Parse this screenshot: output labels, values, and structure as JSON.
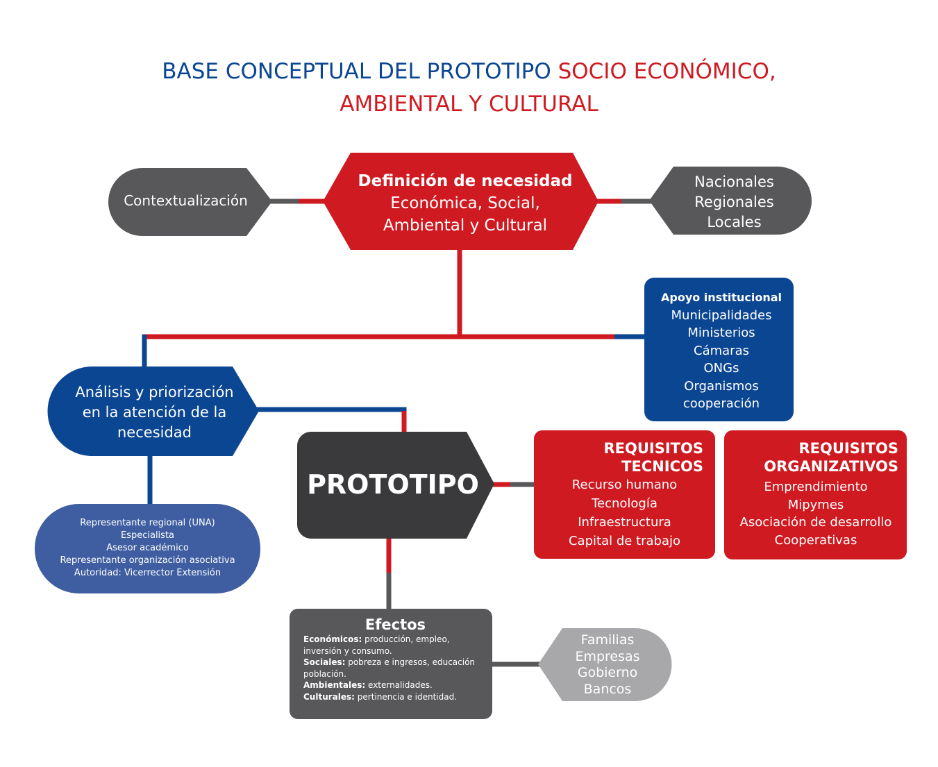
{
  "title": {
    "part1": "BASE CONCEPTUAL DEL PROTOTIPO ",
    "part2": "SOCIO ECONÓMICO,",
    "part3": "AMBIENTAL Y CULTURAL"
  },
  "colors": {
    "blue": "#0b4693",
    "red": "#cf1a21",
    "gray": "#58585a",
    "dark": "#3a3a3c",
    "light_blue": "#3f5ea1",
    "light_gray": "#a8a8aa"
  },
  "nodes": {
    "contextualizacion": "Contextualización",
    "definicion": {
      "title": "Definición de necesidad",
      "lines": [
        "Económica, Social,",
        "Ambiental y Cultural"
      ]
    },
    "ambito": [
      "Nacionales",
      "Regionales",
      "Locales"
    ],
    "apoyo": {
      "title": "Apoyo institucional",
      "items": [
        "Municipalidades",
        "Ministerios",
        "Cámaras",
        "ONGs",
        "Organismos",
        "cooperación"
      ]
    },
    "analisis": [
      "Análisis y priorización",
      "en la atención de la",
      "necesidad"
    ],
    "prototipo": "PROTOTIPO",
    "req_tecnicos": {
      "title": [
        "REQUISITOS",
        "TECNICOS"
      ],
      "items": [
        "Recurso humano",
        "Tecnología",
        "Infraestructura",
        "Capital de trabajo"
      ]
    },
    "req_organizativos": {
      "title": [
        "REQUISITOS",
        "ORGANIZATIVOS"
      ],
      "items": [
        "Emprendimiento",
        "Mipymes",
        "Asociación de desarrollo",
        "Cooperativas"
      ]
    },
    "actores": [
      "Representante regional (UNA)",
      "Especialista",
      "Asesor académico",
      "Representante organización asociativa",
      "Autoridad: Vicerrector Extensión"
    ],
    "efectos": {
      "title": "Efectos",
      "items": [
        {
          "label": "Económicos:",
          "text": " producción, empleo, inversión y consumo."
        },
        {
          "label": "Sociales:",
          "text": " pobreza e ingresos, educación población."
        },
        {
          "label": "Ambientales:",
          "text": " externalidades."
        },
        {
          "label": "Culturales:",
          "text": " pertinencia e identidad."
        }
      ]
    },
    "beneficiarios": [
      "Familias",
      "Empresas",
      "Gobierno",
      "Bancos"
    ]
  }
}
